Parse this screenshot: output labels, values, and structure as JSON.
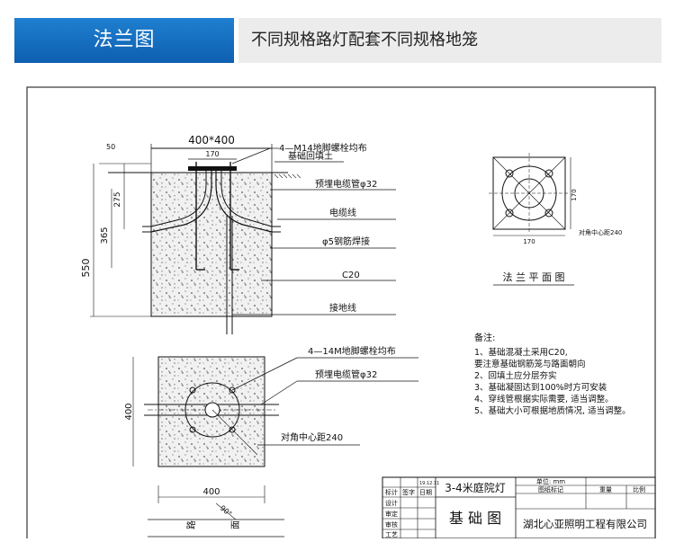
{
  "header": {
    "title": "法兰图",
    "subtitle": "不同规格路灯配套不同规格地笼"
  },
  "section_view": {
    "top_width": "400*400",
    "inner_width": "170",
    "dim_50": "50",
    "dim_275": "275",
    "dim_365": "365",
    "dim_550": "550",
    "labels": {
      "bolts": "4—M14地脚螺栓均布",
      "backfill": "基础回填土",
      "conduit": "预埋电缆管φ32",
      "cable": "电缆线",
      "rebar": "φ5钢筋焊接",
      "concrete": "C20",
      "ground": "接地线"
    }
  },
  "flange_plan": {
    "dim_h": "170",
    "dim_v": "170",
    "diag_note": "对角中心距240",
    "caption": "法 兰 平 面 图"
  },
  "plan_view": {
    "bolts": "4—14M地脚螺栓均布",
    "conduit": "预埋电缆管φ32",
    "diag": "对角中心距240",
    "dim_400_left": "400",
    "dim_400_bottom": "400",
    "angle": "90°",
    "road": "路",
    "surface": "面"
  },
  "notes": {
    "title": "备注:",
    "lines": [
      "1、基础混凝土采用C20,",
      "   要注意基础钢筋笼与路面朝向",
      "2、回填土应分层夯实",
      "3、基础凝固达到100%时方可安装",
      "4、穿线管根据实际需要, 适当调整。",
      "5、基础大小可根据地质情况, 适当调整。"
    ]
  },
  "title_block": {
    "date": "19.12.11",
    "product": "3-4米庭院灯",
    "unit": "单位: mm",
    "drawing_mark": "图纸标记",
    "weight": "重量",
    "scale": "比例",
    "role_mark": "标计",
    "role_sign": "签字",
    "role_date": "日期",
    "design": "设计",
    "review": "审定",
    "check": "审核",
    "craft": "工艺",
    "drawing_name": "基 础 图",
    "company": "湖北心亚照明工程有限公司"
  }
}
